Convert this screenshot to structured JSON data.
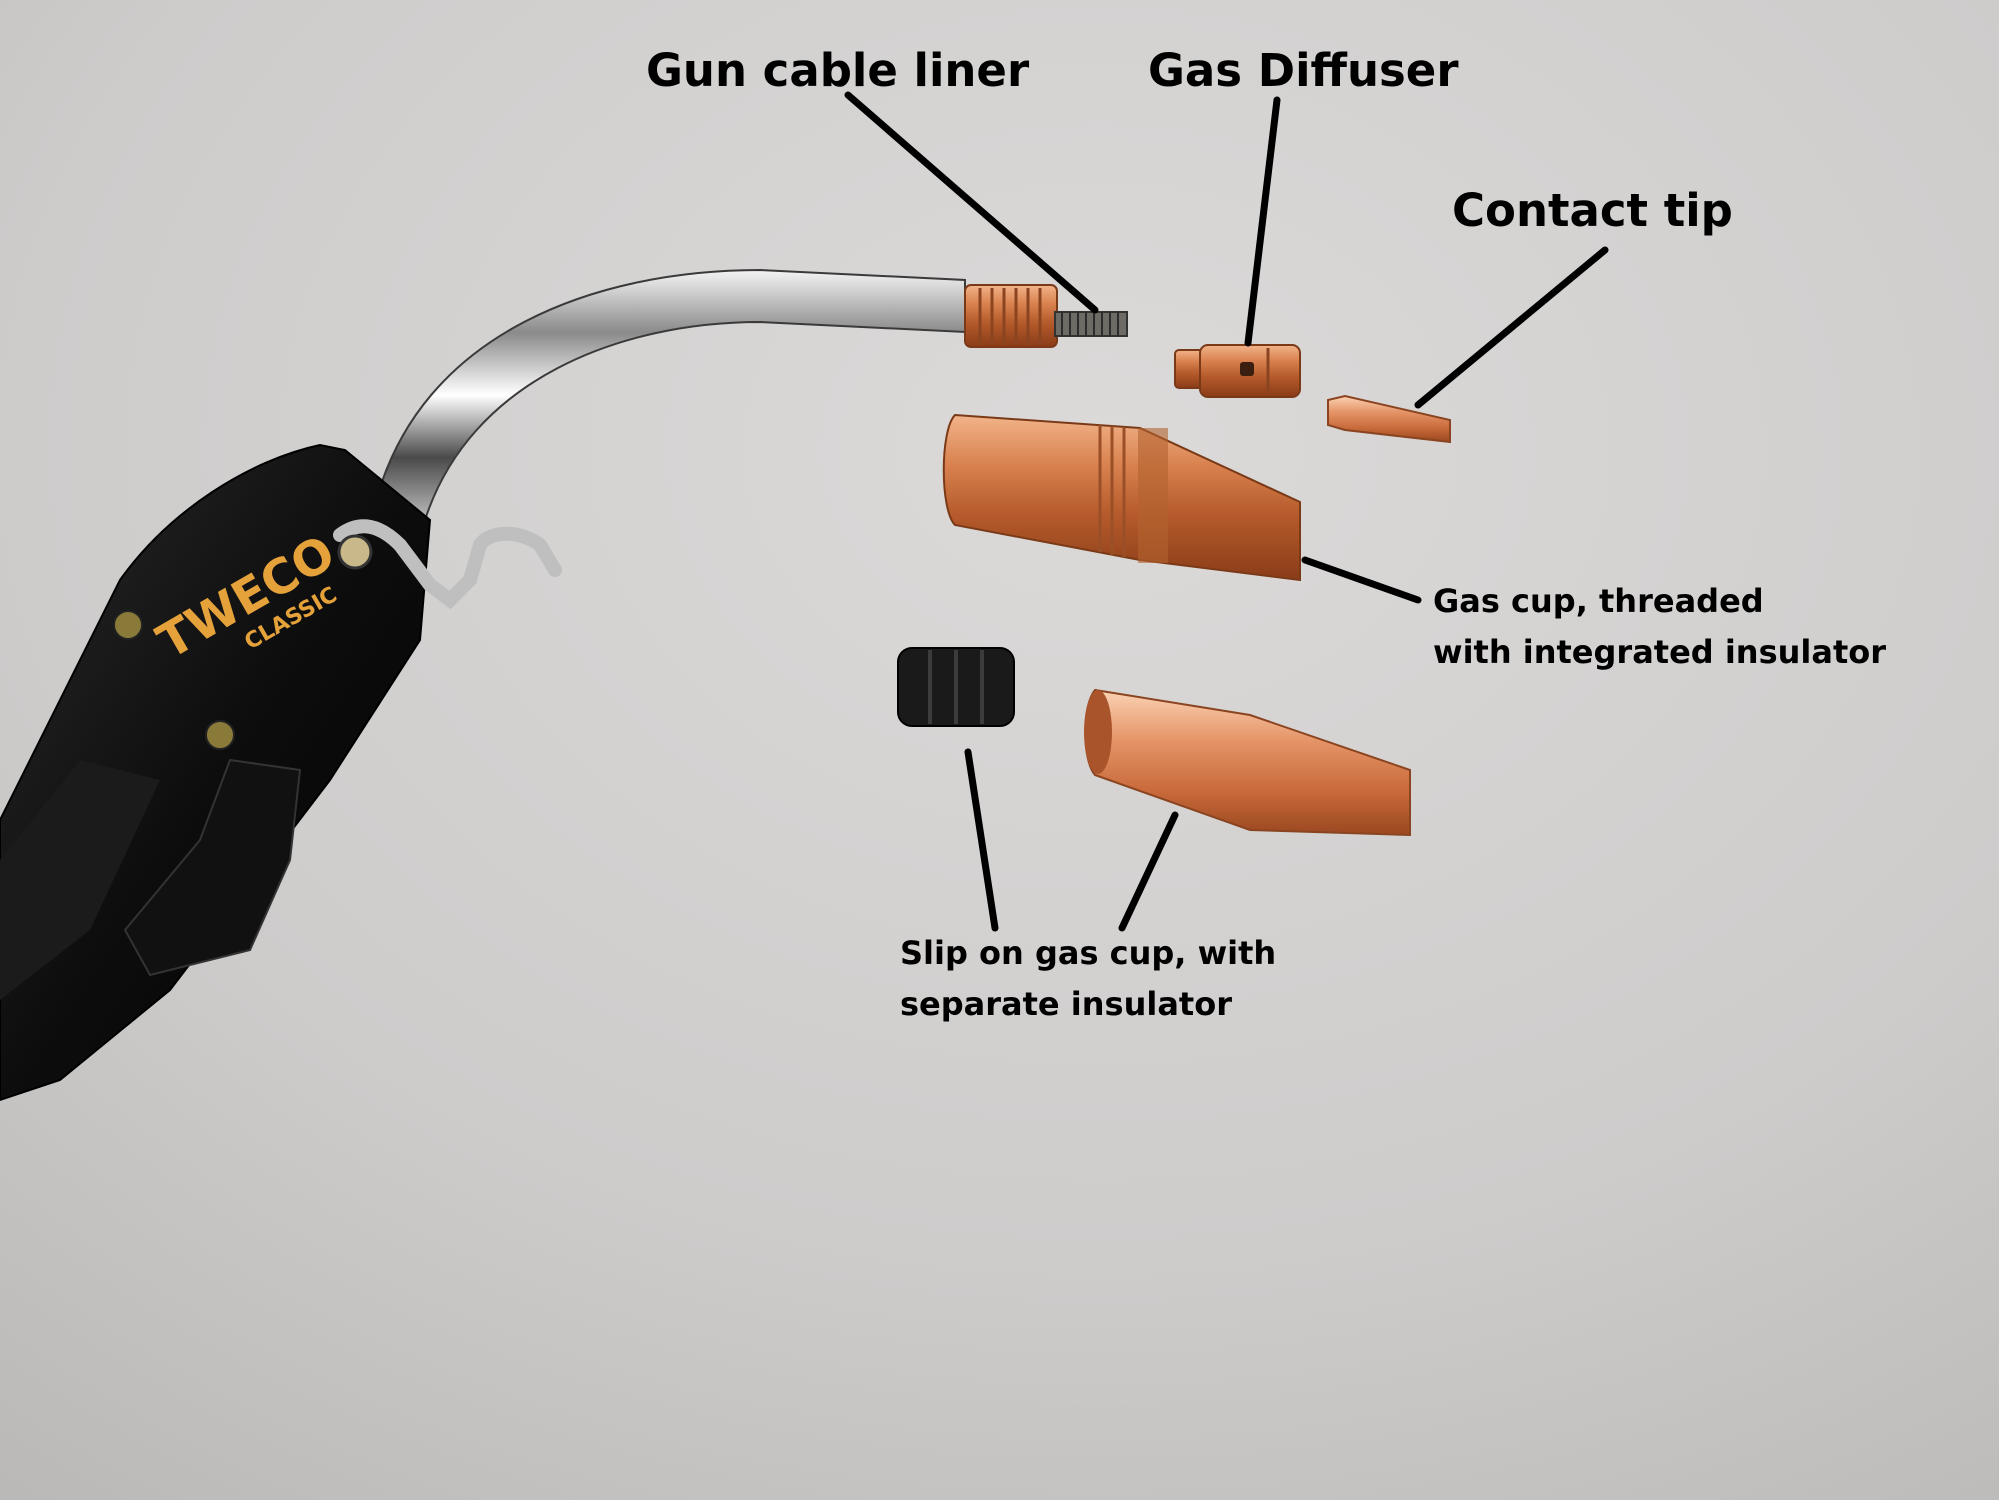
{
  "labels": {
    "gun_cable_liner": "Gun cable liner",
    "gas_diffuser": "Gas Diffuser",
    "contact_tip": "Contact tip",
    "gas_cup_threaded": [
      "Gas cup, threaded",
      "with integrated insulator"
    ],
    "slip_on_gas_cup": [
      "Slip on gas cup, with",
      "separate insulator"
    ]
  },
  "brand": {
    "logo_text": "TWECO",
    "logo_sub": "CLASSIC"
  },
  "colors": {
    "background": "#cfcdcc",
    "copper": "#d9824f",
    "handle": "#0d0d0d",
    "logo": "#e5a23b",
    "leader_lines": "#000000"
  }
}
